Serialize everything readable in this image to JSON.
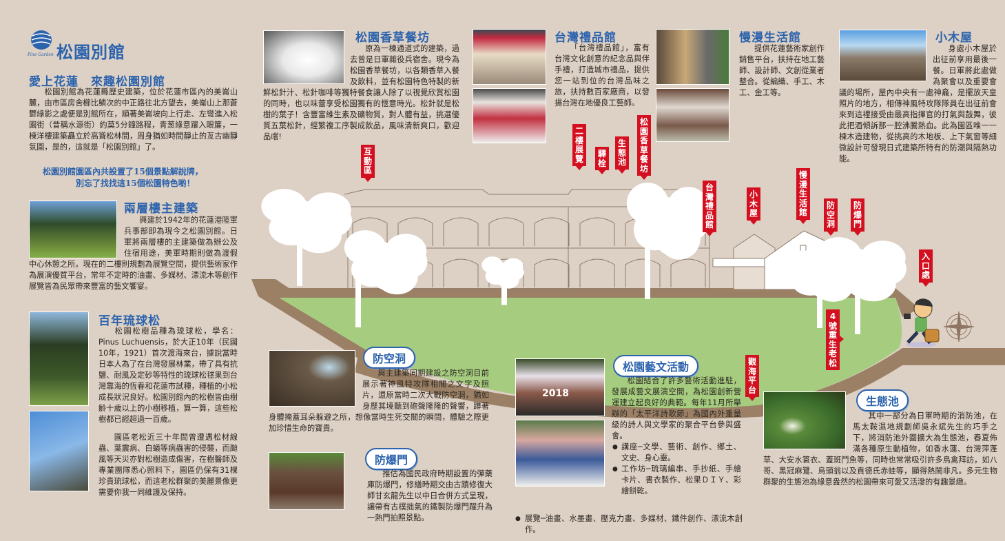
{
  "colors": {
    "background": "#ddd0c4",
    "title_blue": "#2c63ad",
    "tag_red": "#d40f1f",
    "lawn_green": "#a6cd7f",
    "path_brown": "#9b8065"
  },
  "logo": {
    "icon": "pine-cone-icon",
    "sub": "Pine Garden",
    "title": "松園別館"
  },
  "intro": {
    "heading": "愛上花蓮　來趣松園別館",
    "body": "松園別館為花蓮縣歷史建築，位於花蓮市區內的美崙山麓，由市區房舍櫛比鱗次的中正路往北方望去，美崙山上那蒼鬱綠影之處便是別館所在，順著美崙坡向上行走、左彎進入松園街（昔稱水源街）約莫5分鐘路程，青葱綠意躍入眼簾，一棟洋樓建築矗立於高聳松林間，周身猶如時間靜止的亙古幽靜氛圍，是的，這就是「松園別館」了。",
    "note_line1": "松園別館園區內共設置了15個景點解說牌，",
    "note_line2": "別忘了找找這15個松園特色喲！"
  },
  "main_building": {
    "heading": "兩層樓主建築",
    "body": "興建於1942年的花蓮港陸軍兵事部即為現今之松園別館。日軍將兩層樓的主建築做為辦公及住宿用途，美軍時期則做為渡假中心休憩之所。現在的二樓則規劃為展覽空間，提供藝術家作為展演優質平台，常年不定時的油畫、多媒材、漂流木等創作展覽皆為民眾帶來豐富的藝文饗宴。"
  },
  "pines": {
    "heading": "百年琉球松",
    "body1": "松園松樹品種為琉球松，學名：Pinus Luchuensis，於大正10年（民國10年，1921）首次渡海來台，據說當時日本人為了在台灣發展林業，帶了具有抗鹽、耐風及定砂等特性的琉球松毬果到台灣靠海的恆春和花蓮市試種，種植的小松成長狀況良好。松園別館內的松樹皆由樹齡十歲以上的小樹移植，算一算，這些松樹都已經超過一百歲。",
    "body2": "園區老松近三十年間曾遭遇松材線蟲、葉震病、白蟻等病蟲害的侵襲，而颱風等天災亦對松樹造成傷害，在樹醫師及專業團隊悉心照料下，園區仍保有31棵珍貴琉球松，而這老松群聚的美麗景像更需要你我一同維護及保持。"
  },
  "restaurant": {
    "heading": "松園香草餐坊",
    "body": "原為一棟通道式的建築，過去曾是日軍雜役兵宿舍。現今為松園香草餐坊，以各類香草入餐及飲料，並有松園特色特製的新鮮松針汁、松針咖啡等獨特餐食讓人除了以視覺欣賞松園的同時，也以味蕾享受松園獨有的愜意時光。松針就是松樹的葉子！含豐富維生素及礦物質，對人體有益，挑選優質五葉松針，經繁複工序製成飲品，風味清新爽口，歡迎品嚐!"
  },
  "gift": {
    "heading": "台灣禮品館",
    "body": "「台灣禮品館」，富有台灣文化創意的紀念品與伴手禮，打造城市禮品，提供您一站到位的台灣品味之旅，扶持數百家廠商，以發揚台灣在地優良工藝師。"
  },
  "slow": {
    "heading": "慢漫生活館",
    "body": "提供花蓮藝術家創作銷售平台，扶持在地工藝師、設計師、文創從業者整合。從編織、手工、木工、金工等。"
  },
  "cabin": {
    "heading": "小木屋",
    "body": "身處小木屋於出征前享用最後一餐。日軍將此處做為聚會以及重要會議的場所，屋內中央有一處神龕，是擺放天皇照片的地方，相傳神風特攻隊隊員在出征前會來到這裡接受由最高指揮官的打氣與鼓舞，彼此把酒傾訴那一腔沸騰熱血。此為園區唯一一棟木造建物，從挑高的木地板、上下氣窗等細微設計可發現日式建築所特有的防潮與隔熱功能。"
  },
  "shelter": {
    "heading": "防空洞",
    "body": "與主建築同期建設之防空洞目前展示著神風特攻隊相關之文字及照片，還原當時二次大戰防空洞，猶如身歷其境聽到砲聲隆隆的聲響，蹲著身體掩蓋耳朵躲避之所，想像當時生死交關的瞬間，體驗之際更加珍惜生命的寶貴。"
  },
  "blastdoor": {
    "heading": "防爆門",
    "body": "推估為國民政府時期設置的彈藥庫防爆門，修繕時期交由古蹟修復大師甘玄龍先生以中日合併方式呈現，讓帶有古樸拙氣的鐵製防爆門躍升為一熱門拍照景點。"
  },
  "arts": {
    "heading": "松園藝文活動",
    "body": "松園結合了許多藝術活動進駐，發展成藝文展演空間，為松園創新營運建立起良好的典範。每年11月所舉辦的「太平洋詩歌節」為國內外重量級的詩人與文學家的聚合平台參與盛會。",
    "bullets": [
      "講座─文學、藝術、創作、鄉土、文史、身心靈。",
      "工作坊─琉璃編串、手抄紙、手繪卡片、書衣製作、松果ＤＩＹ、彩繪餅乾。"
    ],
    "bullet_last": "展覽─油畫、水墨畫、壓克力畫、多媒材、鐵件創作、漂流木創作。",
    "photo_text": "2018"
  },
  "pond": {
    "heading": "生態池",
    "body": "其中一部分為日軍時期的消防池，在馬太鞍濕地規劃師吳永斌先生的巧手之下，將消防池外圍擴大為生態池，春夏佈滿各種原生動植物，如香水蓮、台灣萍蓬草、大安水簑衣、蓋斑鬥魚等，同時也常常吸引許多鳥禽拜訪，如八哥、黑冠麻鷺、烏頭翁以及貢德氏赤蛙等，顯得熱鬧非凡。多元生物群聚的生態池為綠意盎然的松園帶來可愛又活潑的有趣景緻。"
  },
  "map_labels": [
    "互動區",
    "二樓展覽",
    "驛栓",
    "生態池",
    "松園香草餐坊",
    "台灣禮品館",
    "小木屋",
    "慢漫生活館",
    "防空洞",
    "防爆門",
    "入口處",
    "4號重生老松",
    "觀海平台"
  ],
  "map_icons": [
    "compass-icon",
    "traveler-illustration"
  ]
}
